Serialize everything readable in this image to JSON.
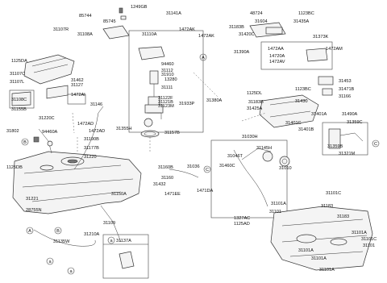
{
  "callouts": [
    {
      "id": "p1249GB",
      "text": "1249GB"
    },
    {
      "id": "p85744",
      "text": "85744"
    },
    {
      "id": "p85745",
      "text": "85745"
    },
    {
      "id": "p31107R",
      "text": "31107R"
    },
    {
      "id": "p31108A",
      "text": "31108A"
    },
    {
      "id": "p1125DA",
      "text": "1125DA"
    },
    {
      "id": "p31107C",
      "text": "31107C"
    },
    {
      "id": "p31107L",
      "text": "31107L"
    },
    {
      "id": "p31108C",
      "text": "31108C"
    },
    {
      "id": "p31155B",
      "text": "31155B"
    },
    {
      "id": "p31462",
      "text": "31462"
    },
    {
      "id": "p31127",
      "text": "31127"
    },
    {
      "id": "p1472AI",
      "text": "1472AI"
    },
    {
      "id": "p31146",
      "text": "31146"
    },
    {
      "id": "p31220C",
      "text": "31220C"
    },
    {
      "id": "p31802",
      "text": "31802"
    },
    {
      "id": "p94460A",
      "text": "94460A"
    },
    {
      "id": "p1472AD_a",
      "text": "1472AD"
    },
    {
      "id": "p1472AD_b",
      "text": "1472AD"
    },
    {
      "id": "p31355H",
      "text": "31355H"
    },
    {
      "id": "p31190B",
      "text": "31190B"
    },
    {
      "id": "p31177B",
      "text": "31177B"
    },
    {
      "id": "p31220",
      "text": "31220"
    },
    {
      "id": "p1125DB",
      "text": "1125DB"
    },
    {
      "id": "p31221",
      "text": "31221"
    },
    {
      "id": "p28755N",
      "text": "28755N"
    },
    {
      "id": "p31150A",
      "text": "31150A"
    },
    {
      "id": "p31109",
      "text": "31109"
    },
    {
      "id": "p31210A",
      "text": "31210A"
    },
    {
      "id": "p31135W",
      "text": "31135W"
    },
    {
      "id": "p31141A",
      "text": "31141A"
    },
    {
      "id": "p31110A",
      "text": "31110A"
    },
    {
      "id": "p1472AK_a",
      "text": "1472AK"
    },
    {
      "id": "p1472AK_b",
      "text": "1472AK"
    },
    {
      "id": "p94460",
      "text": "94460"
    },
    {
      "id": "p31112",
      "text": "31112"
    },
    {
      "id": "p31910",
      "text": "31910"
    },
    {
      "id": "p13280",
      "text": "13280"
    },
    {
      "id": "p31111",
      "text": "31111"
    },
    {
      "id": "p31122F",
      "text": "31122F"
    },
    {
      "id": "p31121B",
      "text": "31121B"
    },
    {
      "id": "p31123M",
      "text": "31123M"
    },
    {
      "id": "p31933P",
      "text": "31933P"
    },
    {
      "id": "p31380A",
      "text": "31380A"
    },
    {
      "id": "p31157B",
      "text": "31157B"
    },
    {
      "id": "p48724",
      "text": "48724"
    },
    {
      "id": "p1123BC_a",
      "text": "1123BC"
    },
    {
      "id": "p31604",
      "text": "31604"
    },
    {
      "id": "p31435A",
      "text": "31435A"
    },
    {
      "id": "p31183B_a",
      "text": "31183B"
    },
    {
      "id": "p31420C",
      "text": "31420C"
    },
    {
      "id": "p31373K",
      "text": "31373K"
    },
    {
      "id": "p31390A",
      "text": "31390A"
    },
    {
      "id": "p1472AA",
      "text": "1472AA"
    },
    {
      "id": "p1472AM",
      "text": "1472AM"
    },
    {
      "id": "p14720A",
      "text": "14720A"
    },
    {
      "id": "p1472AV",
      "text": "1472AV"
    },
    {
      "id": "p1123BC_b",
      "text": "1123BC"
    },
    {
      "id": "p31453",
      "text": "31453"
    },
    {
      "id": "p31471B",
      "text": "31471B"
    },
    {
      "id": "p31166",
      "text": "31166"
    },
    {
      "id": "p1125DL",
      "text": "1125DL"
    },
    {
      "id": "p31183B_b",
      "text": "31183B"
    },
    {
      "id": "p31430",
      "text": "31430"
    },
    {
      "id": "p31425A",
      "text": "31425A"
    },
    {
      "id": "p31401A",
      "text": "31401A"
    },
    {
      "id": "p31401C",
      "text": "31401C"
    },
    {
      "id": "p31401B",
      "text": "31401B"
    },
    {
      "id": "p31490A",
      "text": "31490A"
    },
    {
      "id": "p31359C",
      "text": "31359C"
    },
    {
      "id": "p31359B",
      "text": "31359B"
    },
    {
      "id": "p31321M",
      "text": "31321M"
    },
    {
      "id": "p31030H",
      "text": "31030H"
    },
    {
      "id": "p31145H",
      "text": "31145H"
    },
    {
      "id": "p31046T",
      "text": "31046T"
    },
    {
      "id": "p31460C",
      "text": "31460C"
    },
    {
      "id": "p31010",
      "text": "31010"
    },
    {
      "id": "p31160B",
      "text": "31160B"
    },
    {
      "id": "p31036",
      "text": "31036"
    },
    {
      "id": "p31160",
      "text": "31160"
    },
    {
      "id": "p31432",
      "text": "31432"
    },
    {
      "id": "p1471DA",
      "text": "1471DA"
    },
    {
      "id": "p1471EE",
      "text": "1471EE"
    },
    {
      "id": "p1327AC",
      "text": "1327AC"
    },
    {
      "id": "p1125AD",
      "text": "1125AD"
    },
    {
      "id": "p31101C_a",
      "text": "31101C"
    },
    {
      "id": "p31101A_a",
      "text": "31101A"
    },
    {
      "id": "p31183_a",
      "text": "31183"
    },
    {
      "id": "p31101_a",
      "text": "31101"
    },
    {
      "id": "p31183_b",
      "text": "31183"
    },
    {
      "id": "p31101A_b",
      "text": "31101A"
    },
    {
      "id": "p31101C_b",
      "text": "31101C"
    },
    {
      "id": "p31101_b",
      "text": "31101"
    },
    {
      "id": "p31101A_c",
      "text": "31101A"
    },
    {
      "id": "p31101A_d",
      "text": "31101A"
    },
    {
      "id": "p31101A_e",
      "text": "31101A"
    },
    {
      "id": "p31137A",
      "text": "31137A"
    }
  ],
  "markers": {
    "A": "A",
    "B": "B",
    "C": "C",
    "a": "a"
  }
}
